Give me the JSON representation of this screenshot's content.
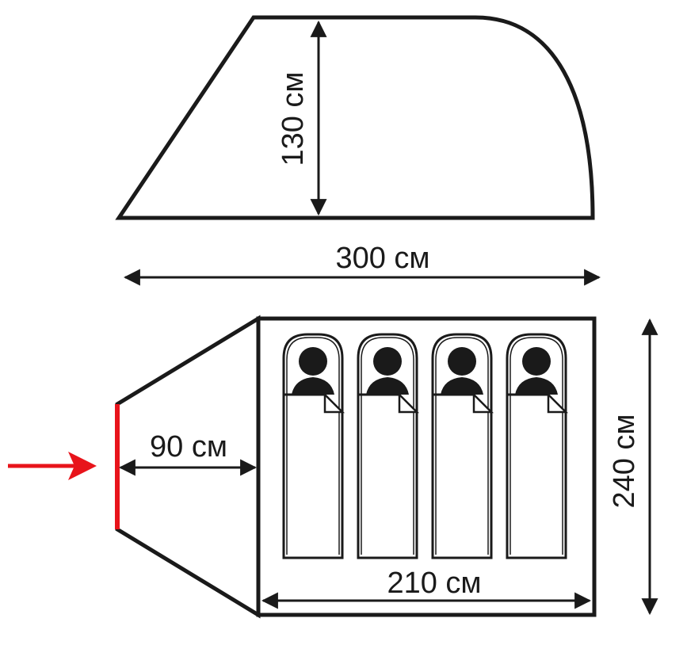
{
  "side_view": {
    "height_label": "130 см",
    "length_label": "300 см"
  },
  "floor_plan": {
    "vestibule_label": "90 см",
    "inner_length_label": "210 см",
    "width_label": "240 см",
    "sleeping_places": 4
  },
  "colors": {
    "outline": "#1a1a1a",
    "entrance": "#e8141b",
    "entrance_arrow": "#e8141b"
  },
  "icons": [
    "sleeping-bag-person-icon",
    "entrance-arrow-icon"
  ]
}
